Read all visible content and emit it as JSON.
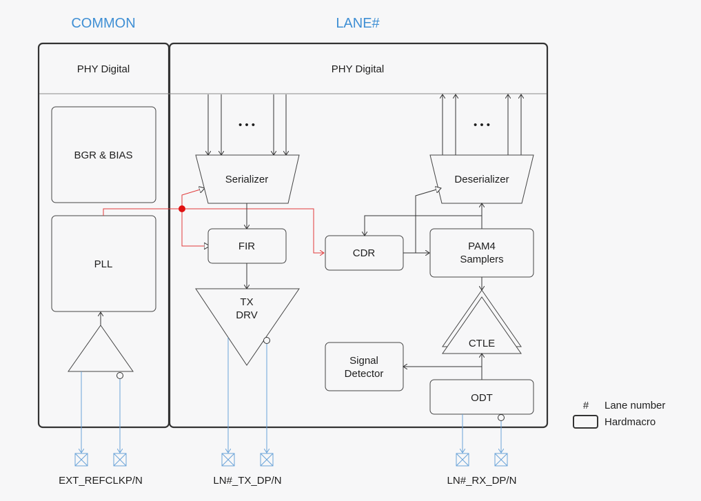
{
  "headers": {
    "common": "COMMON",
    "lane": "LANE#"
  },
  "common": {
    "phy_digital": "PHY Digital",
    "bgr": "BGR & BIAS",
    "pll": "PLL"
  },
  "lane": {
    "phy_digital": "PHY Digital",
    "serializer": "Serializer",
    "deserializer": "Deserializer",
    "fir": "FIR",
    "tx_drv": [
      "TX",
      "DRV"
    ],
    "cdr": "CDR",
    "pam4": [
      "PAM4",
      "Samplers"
    ],
    "ctle": "CTLE",
    "signal_detector": [
      "Signal",
      "Detector"
    ],
    "odt": "ODT",
    "ellipsis": "• • •"
  },
  "pins": {
    "refclk": "EXT_REFCLKP/N",
    "tx": "LN#_TX_DP/N",
    "rx": "LN#_RX_DP/N"
  },
  "legend": {
    "hash_symbol": "#",
    "hash_label": "Lane number",
    "hardmacro_label": "Hardmacro"
  },
  "colors": {
    "header": "#3f8fd4",
    "clock": "#e03a3a",
    "pad": "#6aa3d8"
  }
}
